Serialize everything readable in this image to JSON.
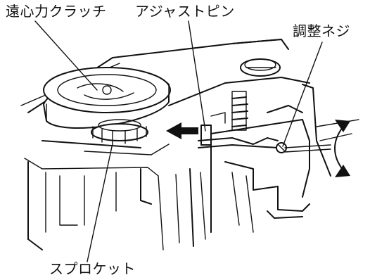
{
  "labels": {
    "centrifugal_clutch": "遠心力クラッチ",
    "adjust_pin": "アジャストピン",
    "adjust_screw": "調整ネジ",
    "sprocket": "スプロケット"
  },
  "colors": {
    "ink": "#111111",
    "paper": "#ffffff"
  },
  "icons": {
    "direction_arrow": "arrow-left-icon",
    "rotation_arrow": "rotate-arrow-icon"
  }
}
